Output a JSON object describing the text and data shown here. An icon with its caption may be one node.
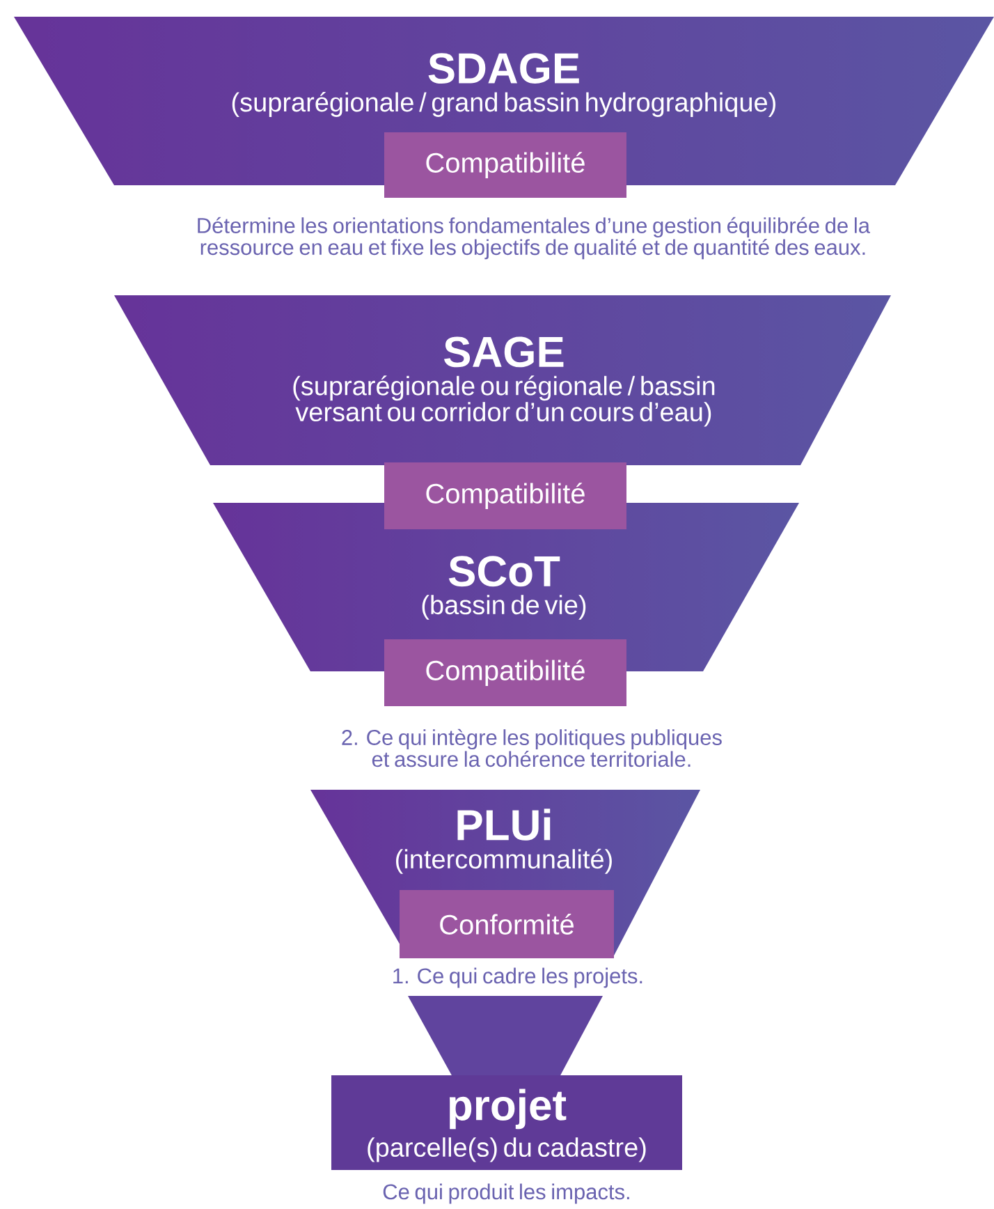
{
  "diagram": {
    "nodes": [
      {
        "text": [
          "SDAGE",
          "(suprarégionale / grand bassin hydrographique)"
        ]
      },
      {
        "text": [
          "Compatibilité"
        ]
      },
      {
        "text": [
          "SAGE",
          "(suprarégionale ou régionale / bassin versant ou corridor d’un cours d’eau)"
        ]
      },
      {
        "text": [
          "Compatibilité"
        ]
      },
      {
        "text": [
          "SCoT",
          "(bassin de vie)"
        ]
      },
      {
        "text": [
          "Compatibilité"
        ]
      },
      {
        "text": [
          "PLUi",
          "(intercommunalité)"
        ]
      },
      {
        "text": [
          "Conformité"
        ]
      },
      {
        "text": [],
        "shape": "trapezium"
      },
      {
        "text": [
          "projet",
          "(parcelle(s) du cadastre)"
        ],
        "beside": [
          "Ce qui produit les impacts."
        ]
      }
    ],
    "labels": [
      "Détermine les orientations fondamentales d’une gestion équilibrée de la ressource en eau et fixe les objectifs de qualité et de quantité des eaux.",
      "2. Ce qui intègre les politiques publiques et assure la cohérence territoriale.",
      "1. Ce qui cadre les projets."
    ]
  }
}
